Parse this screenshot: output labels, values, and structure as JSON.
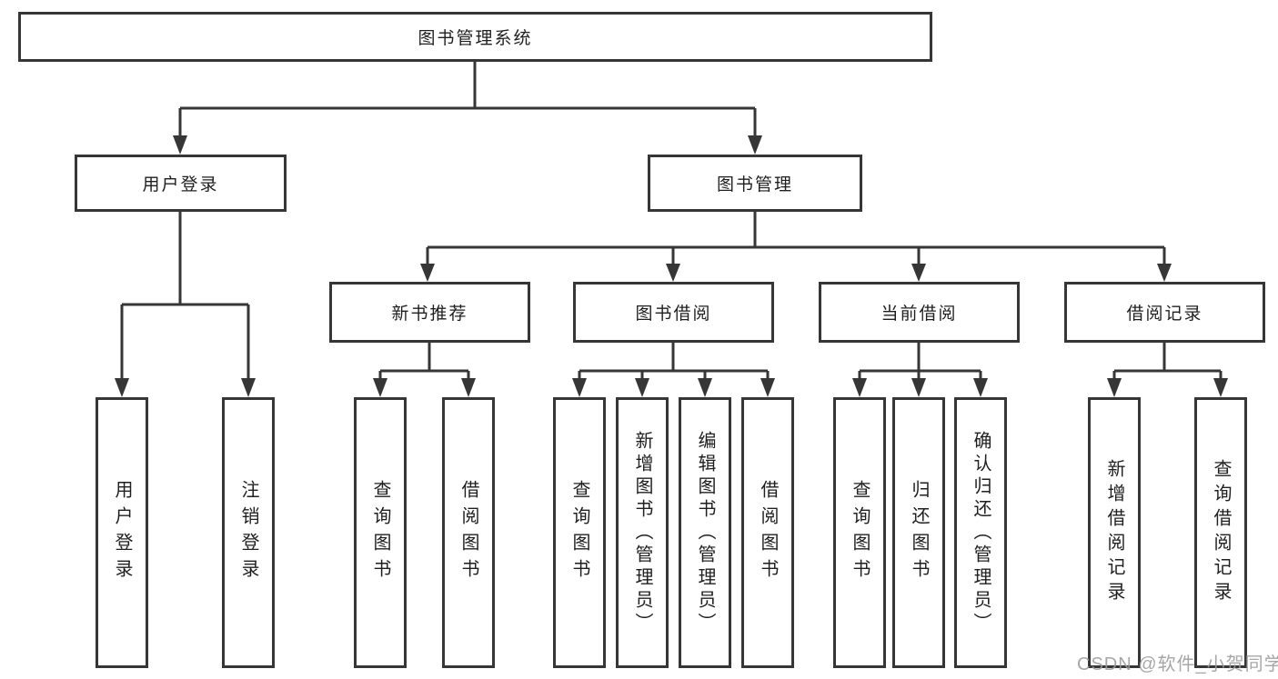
{
  "diagram": {
    "title": "图书管理系统",
    "root": {
      "id": "root",
      "label": "图书管理系统"
    },
    "level2": [
      {
        "id": "user-login",
        "label": "用户登录",
        "parent": "root"
      },
      {
        "id": "book-management",
        "label": "图书管理",
        "parent": "root"
      }
    ],
    "level3": [
      {
        "id": "new-book-recommend",
        "label": "新书推荐",
        "parent": "book-management"
      },
      {
        "id": "book-borrow",
        "label": "图书借阅",
        "parent": "book-management"
      },
      {
        "id": "current-borrow",
        "label": "当前借阅",
        "parent": "book-management"
      },
      {
        "id": "borrow-records",
        "label": "借阅记录",
        "parent": "book-management"
      }
    ],
    "leaves": [
      {
        "id": "leaf-user-login",
        "label": "用户登录",
        "parent": "user-login"
      },
      {
        "id": "leaf-logout",
        "label": "注销登录",
        "parent": "user-login"
      },
      {
        "id": "leaf-query-book-1",
        "label": "查询图书",
        "parent": "new-book-recommend"
      },
      {
        "id": "leaf-borrow-book-1",
        "label": "借阅图书",
        "parent": "new-book-recommend"
      },
      {
        "id": "leaf-query-book-2",
        "label": "查询图书",
        "parent": "book-borrow"
      },
      {
        "id": "leaf-add-book",
        "label": "新增图书（管理员）",
        "parent": "book-borrow"
      },
      {
        "id": "leaf-edit-book",
        "label": "编辑图书（管理员）",
        "parent": "book-borrow"
      },
      {
        "id": "leaf-borrow-book-2",
        "label": "借阅图书",
        "parent": "book-borrow"
      },
      {
        "id": "leaf-query-book-3",
        "label": "查询图书",
        "parent": "current-borrow"
      },
      {
        "id": "leaf-return-book",
        "label": "归还图书",
        "parent": "current-borrow"
      },
      {
        "id": "leaf-confirm-return",
        "label": "确认归还（管理员）",
        "parent": "current-borrow"
      },
      {
        "id": "leaf-add-borrow-record",
        "label": "新增借阅记录",
        "parent": "borrow-records"
      },
      {
        "id": "leaf-query-borrow-record",
        "label": "查询借阅记录",
        "parent": "borrow-records"
      }
    ],
    "colors": {
      "border": "#363636",
      "line": "#363636",
      "text": "#1f1f1f",
      "background": "#ffffff"
    }
  },
  "watermark": {
    "text": "CSDN @软件_小贺同学",
    "color": "#9b9b9b"
  }
}
